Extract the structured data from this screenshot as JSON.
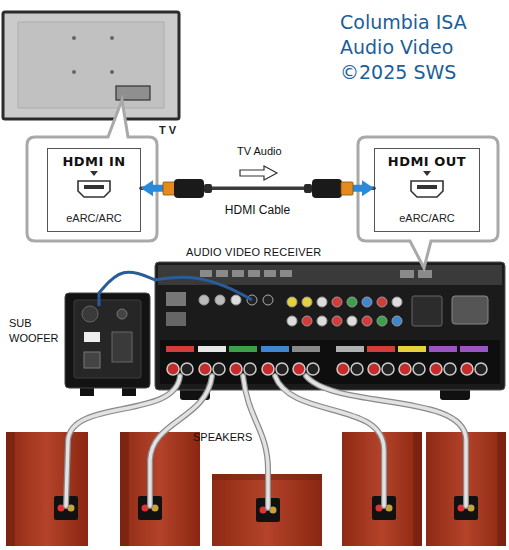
{
  "diagram": {
    "title": "Columbia ISA Audio Video ©2025 SWS",
    "nodes": [
      {
        "text": [
          "T V"
        ]
      },
      {
        "text": [
          "HDMI IN",
          "eARC/ARC"
        ]
      },
      {
        "text": [
          "HDMI OUT",
          "eARC/ARC"
        ]
      },
      {
        "text": [
          "AUDIO VIDEO RECEIVER"
        ]
      },
      {
        "text": [
          "SUB WOOFER"
        ]
      }
    ],
    "edges": [
      {
        "from": 1,
        "to": 2,
        "arrow": "both",
        "label": "HDMI Cable"
      },
      {
        "from": 3,
        "to": 4,
        "arrow": "none"
      }
    ],
    "labels": [
      "TV Audio",
      "SPEAKERS"
    ]
  }
}
